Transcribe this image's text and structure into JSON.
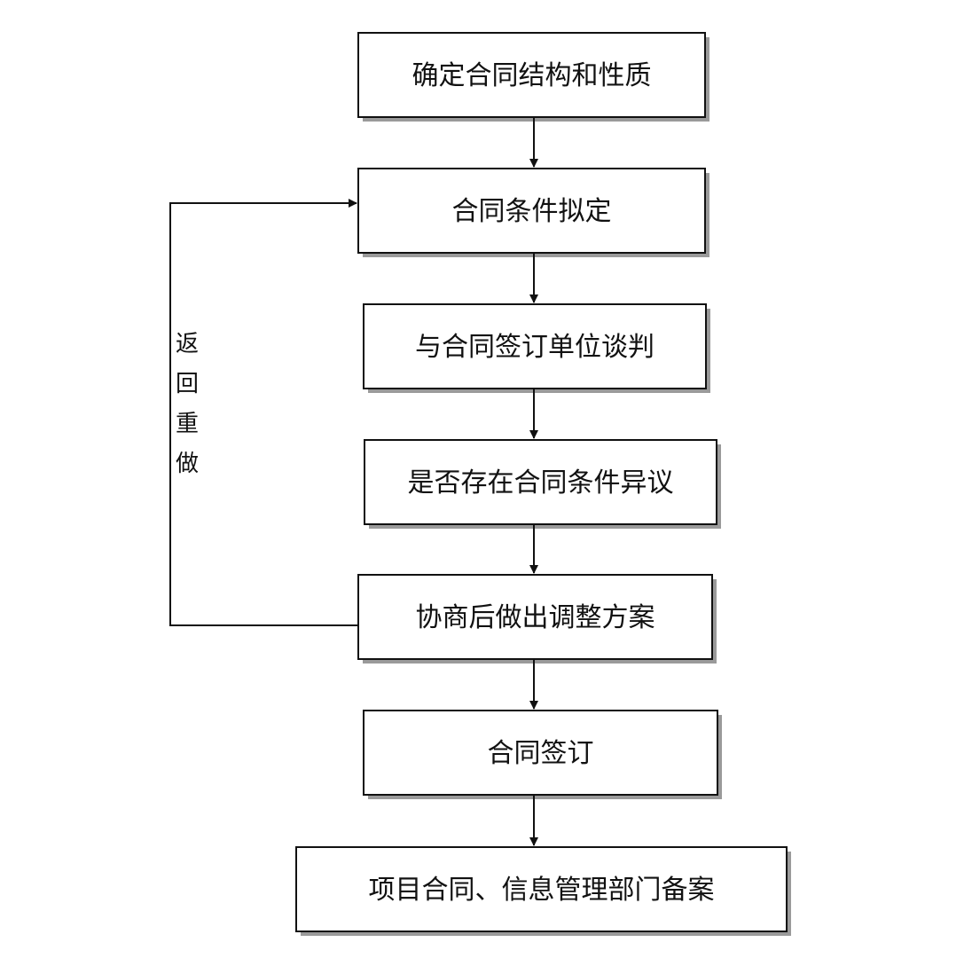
{
  "flowchart": {
    "steps": [
      {
        "label": "确定合同结构和性质"
      },
      {
        "label": "合同条件拟定"
      },
      {
        "label": "与合同签订单位谈判"
      },
      {
        "label": "是否存在合同条件异议"
      },
      {
        "label": "协商后做出调整方案"
      },
      {
        "label": "合同签订"
      },
      {
        "label": "项目合同、信息管理部门备案"
      }
    ],
    "loop_label": [
      "返",
      "回",
      "重",
      "做"
    ]
  },
  "colors": {
    "line": "#111111",
    "box_fill": "#ffffff",
    "shadow": "#9a9a9a",
    "text": "#111111"
  }
}
